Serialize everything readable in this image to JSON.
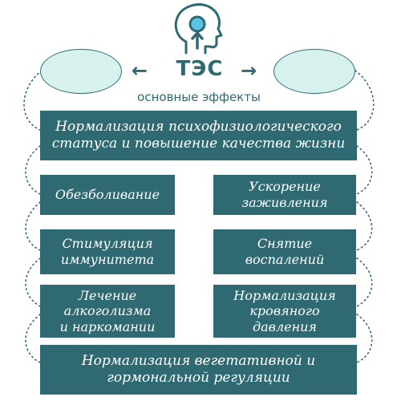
{
  "header": {
    "title": "ТЭС",
    "subtitle": "основные эффекты",
    "left_arrow": "←",
    "right_arrow": "→",
    "head_icon": "head-with-brain-stimulation-icon"
  },
  "effects": {
    "top": "Нормализация психофизиологического\nстатуса и повышение качества жизни",
    "left": [
      "Обезболивание",
      "Стимуляция\nиммунитета",
      "Лечение\nалкоголизма\nи наркомании"
    ],
    "right": [
      "Ускорение\nзаживления",
      "Снятие\nвоспалений",
      "Нормализация\nкровяного\nдавления"
    ],
    "bottom": "Нормализация вегетативной и\nгормональной регуляции"
  },
  "colors": {
    "box": "#2f6a73",
    "oval_fill": "#d7f1ee",
    "accent_circle": "#5bc2e7",
    "text": "#ffffff"
  }
}
